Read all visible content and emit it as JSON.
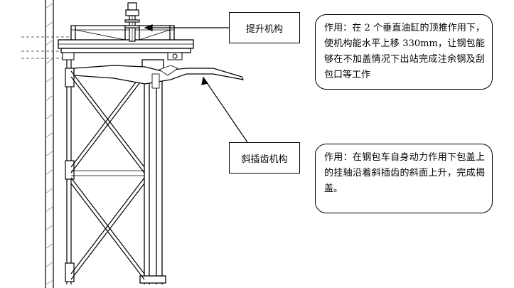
{
  "labels": {
    "lift_mechanism": "提升机构",
    "tooth_mechanism": "斜插齿机构"
  },
  "notes": {
    "lift_function": "作用：在 2 个垂直油缸的顶推作用下，使机构能水平上移 330mm，让钢包能够在不加盖情况下出站完成注余钢及刮包口等工作",
    "tooth_function": "作用：在钢包车自身动力作用下包盖上的挂轴沿着斜插齿的斜面上升，完成揭盖。"
  },
  "colors": {
    "line": "#000000",
    "dashed_axis": "#666666",
    "wall_hatch": "#ec6f94",
    "background": "#ffffff"
  }
}
